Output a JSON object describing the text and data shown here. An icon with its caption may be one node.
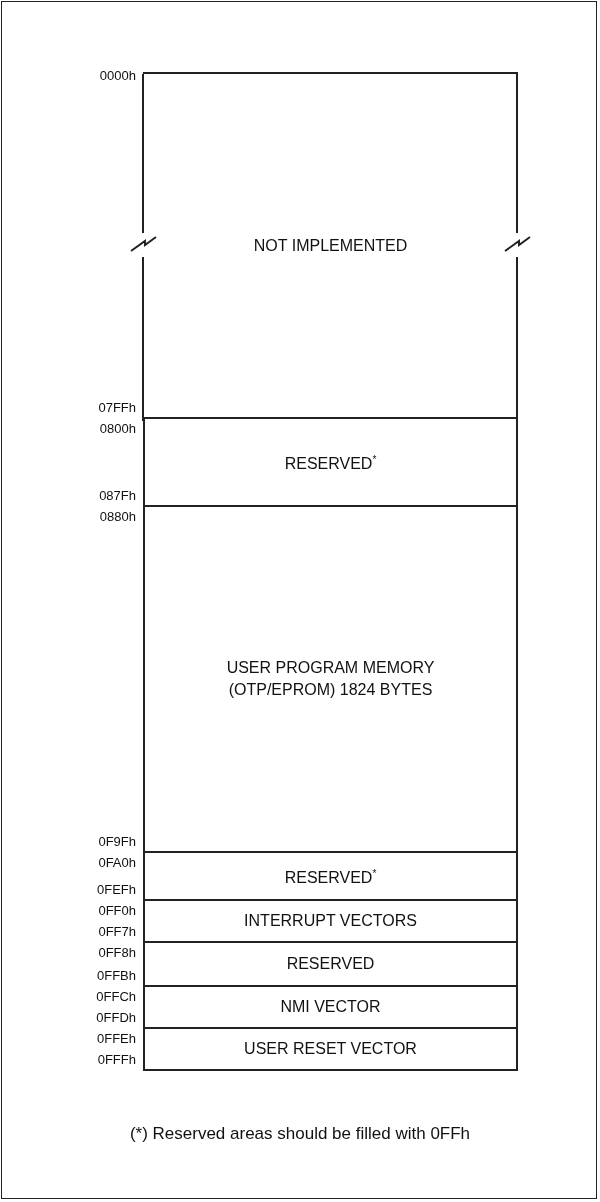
{
  "diagram": {
    "caption": "(*) Reserved areas should be filled with 0FFh",
    "nodes": [
      {
        "text": [
          "NOT IMPLEMENTED"
        ],
        "beside": [
          "0000h",
          "07FFh"
        ]
      },
      {
        "text": [
          "RESERVED$^{*}$"
        ],
        "beside": [
          "0800h",
          "087Fh"
        ]
      },
      {
        "text": [
          "USER PROGRAM MEMORY (OTP/EPROM) 1824 BYTES"
        ],
        "beside": [
          "0880h",
          "0F9Fh"
        ]
      },
      {
        "text": [
          "RESERVED$^{*}$"
        ],
        "beside": [
          "0FA0h",
          "0FEFh"
        ]
      },
      {
        "text": [
          "INTERRUPT VECTORS"
        ],
        "beside": [
          "0FF0h",
          "0FF7h"
        ]
      },
      {
        "text": [
          "RESERVED"
        ],
        "beside": [
          "0FF8h",
          "0FFBh"
        ]
      },
      {
        "text": [
          "NMI VECTOR"
        ],
        "beside": [
          "0FFCh",
          "0FFDh"
        ]
      },
      {
        "text": [
          "USER RESET VECTOR"
        ],
        "beside": [
          "0FFEh",
          "0FFFh"
        ]
      }
    ]
  }
}
